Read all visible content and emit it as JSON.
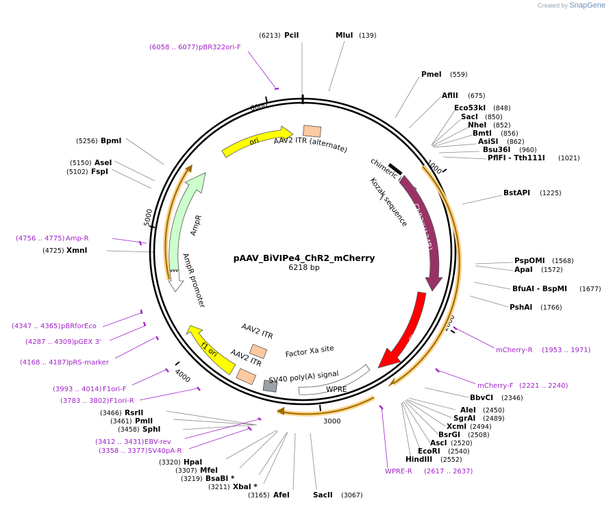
{
  "credit": {
    "prefix": "Created by",
    "brand": "SnapGene"
  },
  "plasmid": {
    "name": "pAAV_BiVIPe4_ChR2_mCherry",
    "length_label": "6218 bp",
    "length": 6218
  },
  "ticks": [
    {
      "label": "1000",
      "pos": 1000
    },
    {
      "label": "2000",
      "pos": 2000
    },
    {
      "label": "3000",
      "pos": 3000
    },
    {
      "label": "4000",
      "pos": 4000
    },
    {
      "label": "5000",
      "pos": 5000
    },
    {
      "label": "6000",
      "pos": 6000
    }
  ],
  "enzymes": [
    {
      "name": "PciI",
      "pos": "(6213)",
      "side": "L"
    },
    {
      "name": "MluI",
      "pos": "(139)",
      "side": "R"
    },
    {
      "name": "PmeI",
      "pos": "(559)",
      "side": "R"
    },
    {
      "name": "AflII",
      "pos": "(675)",
      "side": "R"
    },
    {
      "name": "Eco53kI",
      "pos": "(848)",
      "side": "R"
    },
    {
      "name": "SacI",
      "pos": "(850)",
      "side": "R"
    },
    {
      "name": "NheI",
      "pos": "(852)",
      "side": "R"
    },
    {
      "name": "BmtI",
      "pos": "(856)",
      "side": "R"
    },
    {
      "name": "AsiSI",
      "pos": "(862)",
      "side": "R"
    },
    {
      "name": "Bsu36I",
      "pos": "(960)",
      "side": "R"
    },
    {
      "name": "PflFI - Tth111I",
      "pos": "(1021)",
      "side": "R"
    },
    {
      "name": "BstAPI",
      "pos": "(1225)",
      "side": "R"
    },
    {
      "name": "PspOMI",
      "pos": "(1568)",
      "side": "R"
    },
    {
      "name": "ApaI",
      "pos": "(1572)",
      "side": "R"
    },
    {
      "name": "BfuAI - BspMI",
      "pos": "(1677)",
      "side": "R"
    },
    {
      "name": "PshAI",
      "pos": "(1766)",
      "side": "R"
    },
    {
      "name": "BbvCI",
      "pos": "(2346)",
      "side": "R"
    },
    {
      "name": "AleI",
      "pos": "(2450)",
      "side": "R"
    },
    {
      "name": "SgrAI",
      "pos": "(2489)",
      "side": "R"
    },
    {
      "name": "XcmI",
      "pos": "(2494)",
      "side": "R"
    },
    {
      "name": "BsrGI",
      "pos": "(2508)",
      "side": "R"
    },
    {
      "name": "AscI",
      "pos": "(2520)",
      "side": "R"
    },
    {
      "name": "EcoRI",
      "pos": "(2540)",
      "side": "R"
    },
    {
      "name": "HindIII",
      "pos": "(2552)",
      "side": "R"
    },
    {
      "name": "SacII",
      "pos": "(3067)",
      "side": "R"
    },
    {
      "name": "AfeI",
      "pos": "(3165)",
      "side": "L"
    },
    {
      "name": "XbaI *",
      "pos": "(3211)",
      "side": "L"
    },
    {
      "name": "BsaBI *",
      "pos": "(3219)",
      "side": "L"
    },
    {
      "name": "MfeI",
      "pos": "(3307)",
      "side": "L"
    },
    {
      "name": "HpaI",
      "pos": "(3320)",
      "side": "L"
    },
    {
      "name": "SphI",
      "pos": "(3458)",
      "side": "L"
    },
    {
      "name": "PmlI",
      "pos": "(3461)",
      "side": "L"
    },
    {
      "name": "RsrII",
      "pos": "(3466)",
      "side": "L"
    },
    {
      "name": "XmnI",
      "pos": "(4725)",
      "side": "L"
    },
    {
      "name": "FspI",
      "pos": "(5102)",
      "side": "L"
    },
    {
      "name": "AseI",
      "pos": "(5150)",
      "side": "L"
    },
    {
      "name": "BpmI",
      "pos": "(5256)",
      "side": "L"
    }
  ],
  "primers": [
    {
      "name": "pBR322ori-F",
      "range": "(6058 .. 6077)"
    },
    {
      "name": "Amp-R",
      "range": "(4756 .. 4775)"
    },
    {
      "name": "pBRforEco",
      "range": "(4347 .. 4365)"
    },
    {
      "name": "pGEX 3'",
      "range": "(4287 .. 4309)"
    },
    {
      "name": "pRS-marker",
      "range": "(4168 .. 4187)"
    },
    {
      "name": "F1ori-F",
      "range": "(3993 .. 4014)"
    },
    {
      "name": "F1ori-R",
      "range": "(3783 .. 3802)"
    },
    {
      "name": "EBV-rev",
      "range": "(3412 .. 3431)"
    },
    {
      "name": "SV40pA-R",
      "range": "(3358 .. 3377)"
    },
    {
      "name": "mCherry-R",
      "range": "(1953 .. 1971)"
    },
    {
      "name": "mCherry-F",
      "range": "(2221 .. 2240)"
    },
    {
      "name": "WPRE-R",
      "range": "(2617 .. 2637)"
    }
  ],
  "features": [
    {
      "name": "ori",
      "color": "#ffff00"
    },
    {
      "name": "AAV2 ITR (alternate)",
      "color": "#fcc9a0"
    },
    {
      "name": "chimeric intron",
      "color": "#000000"
    },
    {
      "name": "Kozak sequence",
      "color": "#999999"
    },
    {
      "name": "ChR2(H134R)",
      "color": "#993366"
    },
    {
      "name": "mCherry",
      "color": "#ff0000"
    },
    {
      "name": "WPRE",
      "color": "#ffffff"
    },
    {
      "name": "SV40 poly(A) signal",
      "color": "#9aa0a6"
    },
    {
      "name": "Factor Xa site",
      "color": "#999999"
    },
    {
      "name": "AAV2 ITR",
      "color": "#fcc9a0"
    },
    {
      "name": "AAV2 ITR",
      "color": "#fcc9a0"
    },
    {
      "name": "f1 ori",
      "color": "#ffff00"
    },
    {
      "name": "AmpR promoter",
      "color": "#ffffff"
    },
    {
      "name": "AmpR",
      "color": "#ccffcc"
    }
  ]
}
